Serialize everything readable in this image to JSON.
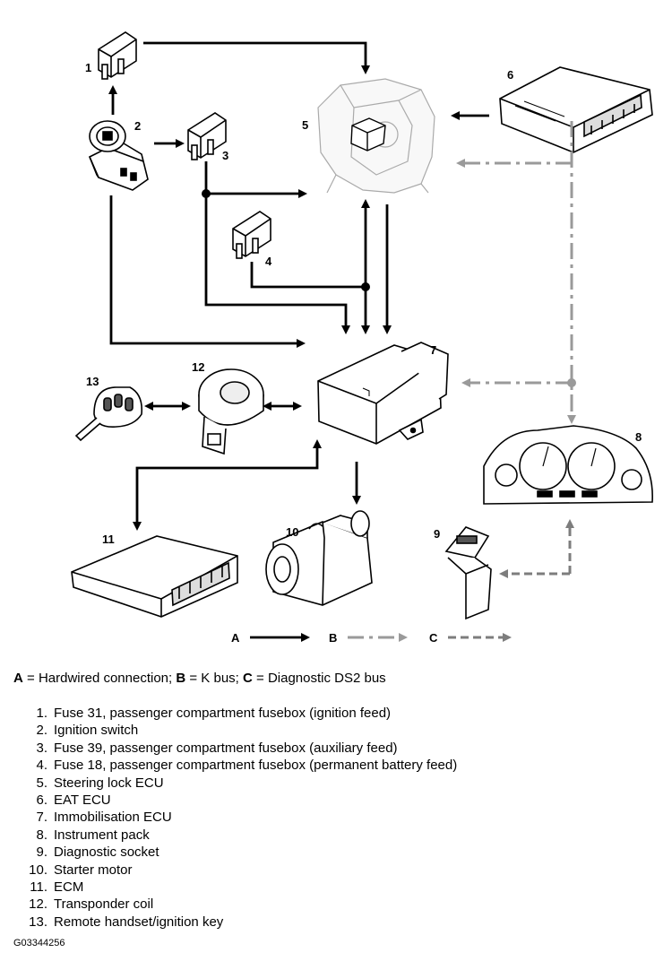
{
  "component_labels": {
    "c1": "1",
    "c2": "2",
    "c3": "3",
    "c4": "4",
    "c5": "5",
    "c6": "6",
    "c7": "7",
    "c8": "8",
    "c9": "9",
    "c10": "10",
    "c11": "11",
    "c12": "12",
    "c13": "13"
  },
  "connection_key": {
    "a": "A",
    "b": "B",
    "c": "C"
  },
  "caption": {
    "a_key": "A",
    "a_text": " = Hardwired connection; ",
    "b_key": "B",
    "b_text": " = K bus; ",
    "c_key": "C",
    "c_text": " = Diagnostic DS2 bus"
  },
  "legend": [
    {
      "num": "1.",
      "text": "Fuse 31, passenger compartment fusebox (ignition feed)"
    },
    {
      "num": "2.",
      "text": "Ignition switch"
    },
    {
      "num": "3.",
      "text": "Fuse 39, passenger compartment fusebox (auxiliary feed)"
    },
    {
      "num": "4.",
      "text": "Fuse 18, passenger compartment fusebox (permanent battery feed)"
    },
    {
      "num": "5.",
      "text": "Steering lock ECU"
    },
    {
      "num": "6.",
      "text": "EAT ECU"
    },
    {
      "num": "7.",
      "text": "Immobilisation ECU"
    },
    {
      "num": "8.",
      "text": "Instrument pack"
    },
    {
      "num": "9.",
      "text": "Diagnostic socket"
    },
    {
      "num": "10.",
      "text": "Starter motor"
    },
    {
      "num": "11.",
      "text": "ECM"
    },
    {
      "num": "12.",
      "text": "Transponder coil"
    },
    {
      "num": "13.",
      "text": "Remote handset/ignition key"
    }
  ],
  "figure_code": "G03344256",
  "colors": {
    "hardwired": "#000000",
    "kbus": "#9a9a9a",
    "diagnostic": "#7d7d7d"
  }
}
